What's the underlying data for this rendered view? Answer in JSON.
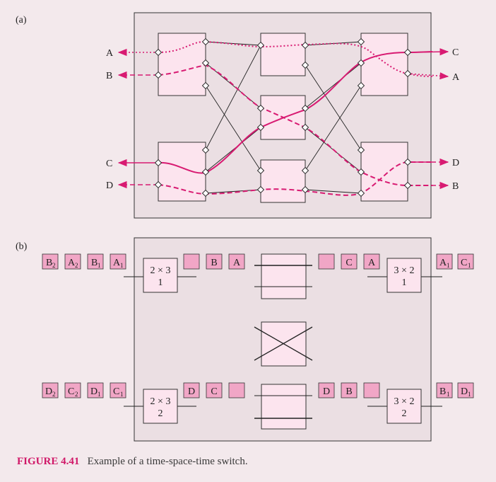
{
  "colors": {
    "background": "#f3e9ec",
    "box_fill": "#fce4ee",
    "cell_fill": "#f1a6c6",
    "accent": "#d81b72",
    "line": "#222222"
  },
  "part_a": {
    "label": "(a)",
    "inputs": [
      "A",
      "B",
      "C",
      "D"
    ],
    "outputs": [
      "C",
      "A",
      "D",
      "B"
    ]
  },
  "part_b": {
    "label": "(b)",
    "left_top_queue": [
      {
        "letter": "B",
        "sub": "2"
      },
      {
        "letter": "A",
        "sub": "2"
      },
      {
        "letter": "B",
        "sub": "1"
      },
      {
        "letter": "A",
        "sub": "1"
      }
    ],
    "left_bottom_queue": [
      {
        "letter": "D",
        "sub": "2"
      },
      {
        "letter": "C",
        "sub": "2"
      },
      {
        "letter": "D",
        "sub": "1"
      },
      {
        "letter": "C",
        "sub": "1"
      }
    ],
    "switch_top_left": {
      "line1": "2 × 3",
      "line2": "1"
    },
    "switch_bottom_left": {
      "line1": "2 × 3",
      "line2": "2"
    },
    "switch_top_right": {
      "line1": "3 × 2",
      "line2": "1"
    },
    "switch_bottom_right": {
      "line1": "3 × 2",
      "line2": "2"
    },
    "mid_top_left_cells": [
      "",
      "B",
      "A"
    ],
    "mid_bottom_left_cells": [
      "D",
      "C",
      ""
    ],
    "mid_top_right_cells": [
      "",
      "C",
      "A"
    ],
    "mid_bottom_right_cells": [
      "D",
      "B",
      ""
    ],
    "right_top_queue": [
      {
        "letter": "A",
        "sub": "1"
      },
      {
        "letter": "C",
        "sub": "1"
      }
    ],
    "right_bottom_queue": [
      {
        "letter": "B",
        "sub": "1"
      },
      {
        "letter": "D",
        "sub": "1"
      }
    ]
  },
  "caption": {
    "figure": "FIGURE 4.41",
    "text": "Example of a time-space-time switch."
  }
}
